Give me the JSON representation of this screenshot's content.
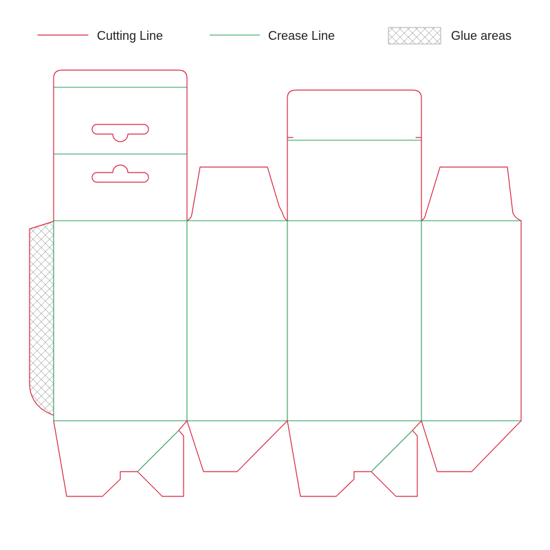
{
  "legend": {
    "cutting": {
      "label": "Cutting Line"
    },
    "crease": {
      "label": "Crease Line"
    },
    "glue": {
      "label": "Glue areas"
    }
  },
  "colors": {
    "cutting": "#d8213a",
    "crease": "#1f9a57",
    "glue": "#9a9a9a",
    "background": "#ffffff"
  }
}
